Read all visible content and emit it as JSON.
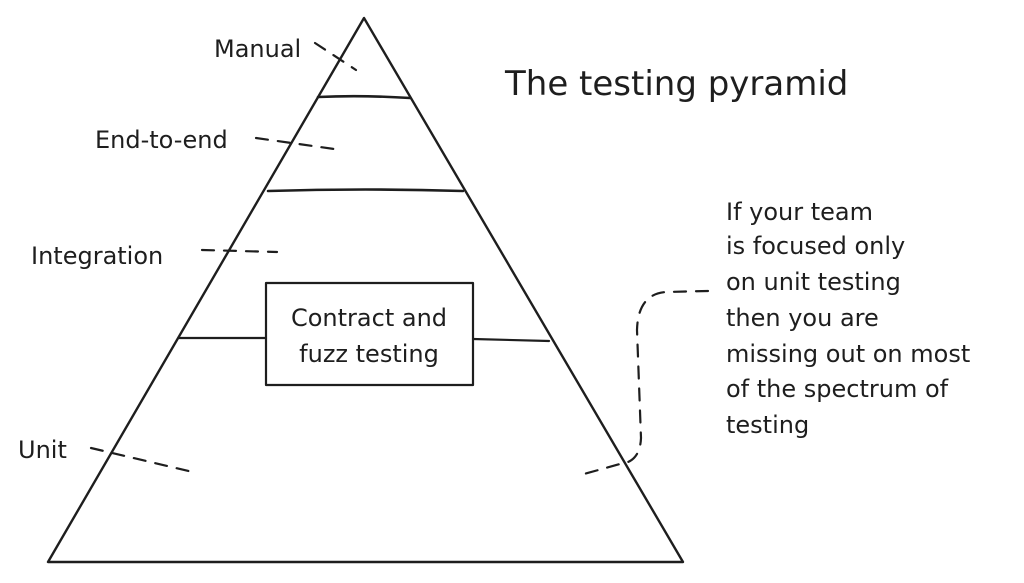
{
  "diagram": {
    "title": "The testing pyramid",
    "levels": {
      "manual": "Manual",
      "end_to_end": "End-to-end",
      "integration": "Integration",
      "unit": "Unit"
    },
    "center_box": {
      "line1": "Contract and",
      "line2": "fuzz testing"
    },
    "note_lines": [
      "If your team",
      "is focused only",
      "on unit testing",
      "then you are",
      "missing out on most",
      "of the spectrum of",
      "testing"
    ]
  }
}
